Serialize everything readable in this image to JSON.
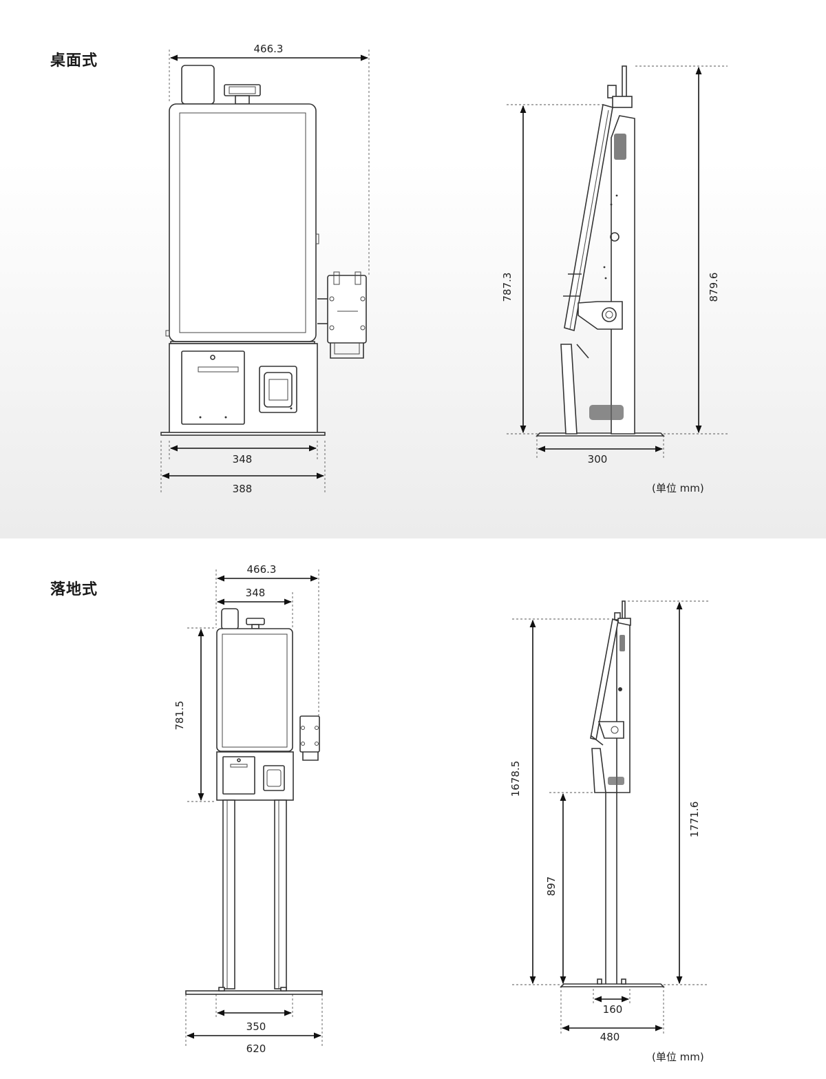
{
  "desktop": {
    "title": "桌面式",
    "dims": {
      "top_width": "466.3",
      "body_width": "348",
      "base_width": "388",
      "side_height": "787.3",
      "total_height": "879.6",
      "side_depth": "300"
    },
    "unit": "(单位 mm)"
  },
  "floor": {
    "title": "落地式",
    "dims": {
      "top_width": "466.3",
      "body_width": "348",
      "head_height": "781.5",
      "pole_spacing": "350",
      "base_width": "620",
      "side_height": "1678.5",
      "total_height": "1771.6",
      "stand_height": "897",
      "pole_width": "160",
      "side_base": "480"
    },
    "unit": "(单位 mm)"
  }
}
